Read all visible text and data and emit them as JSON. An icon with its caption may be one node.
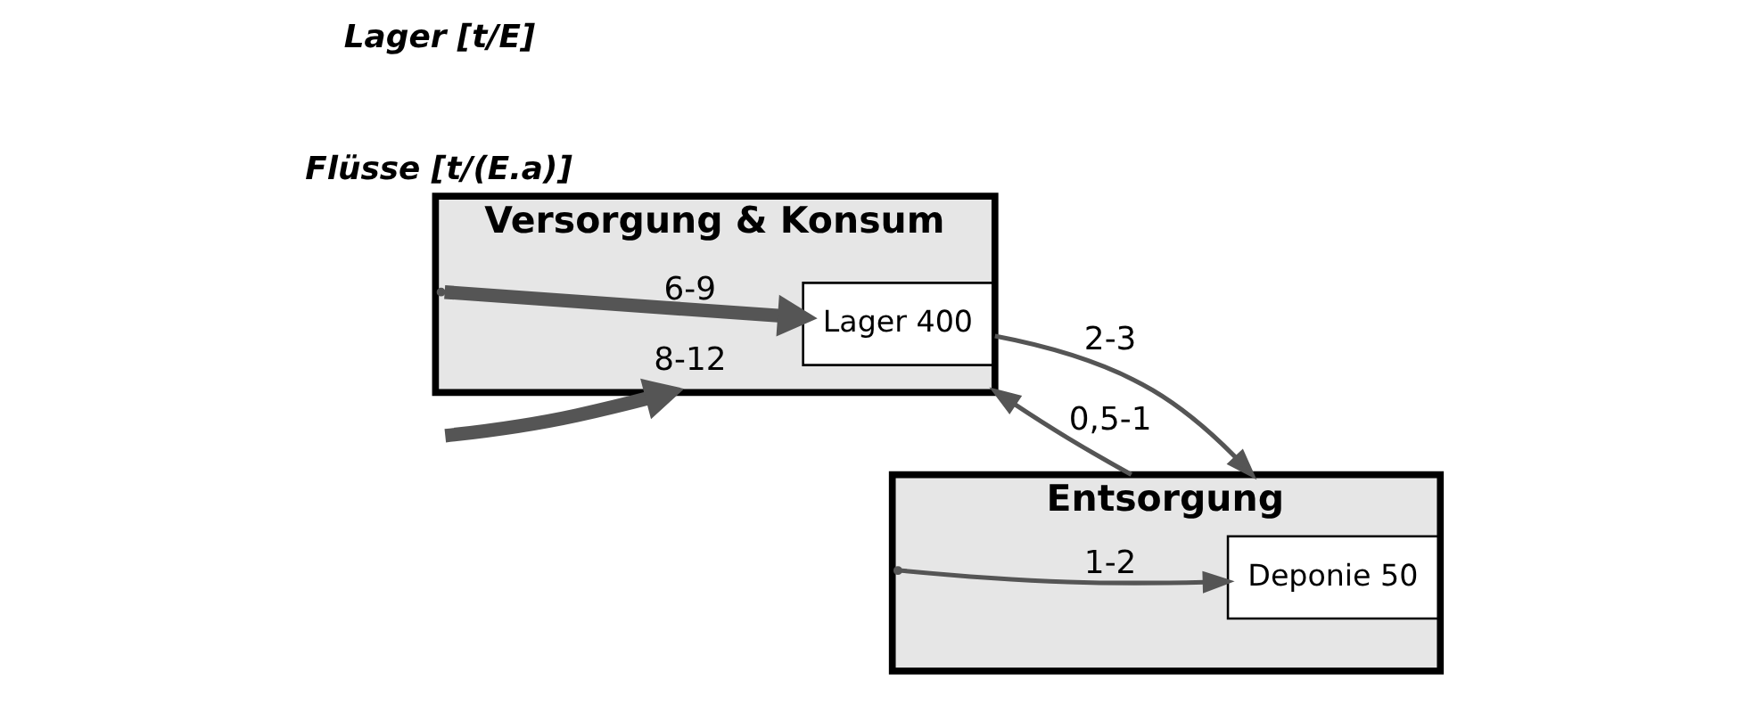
{
  "diagram": {
    "nodes": [
      {
        "text": [
          "Versorgung & Konsum"
        ]
      },
      {
        "text": [
          "Lager 400"
        ],
        "in": 0
      },
      {
        "text": [
          "Entsorgung"
        ]
      },
      {
        "text": [
          "Deponie 50"
        ],
        "in": 2
      }
    ],
    "edges": [
      {
        "from": null,
        "to": 0,
        "arrow": "to",
        "label": "8-12",
        "style": "thick"
      },
      {
        "from": 0,
        "to": 2,
        "arrow": "to",
        "label": "2-3"
      },
      {
        "from": 2,
        "to": 0,
        "arrow": "to",
        "label": "0,5-1"
      },
      {
        "from": 0,
        "to": 1,
        "arrow": "to",
        "label": "6-9",
        "style": "thick"
      },
      {
        "from": 2,
        "to": 3,
        "arrow": "to",
        "label": "1-2"
      }
    ],
    "labels": [
      "Flüsse [t/(E.a)]",
      "Lager [t/E]"
    ]
  }
}
